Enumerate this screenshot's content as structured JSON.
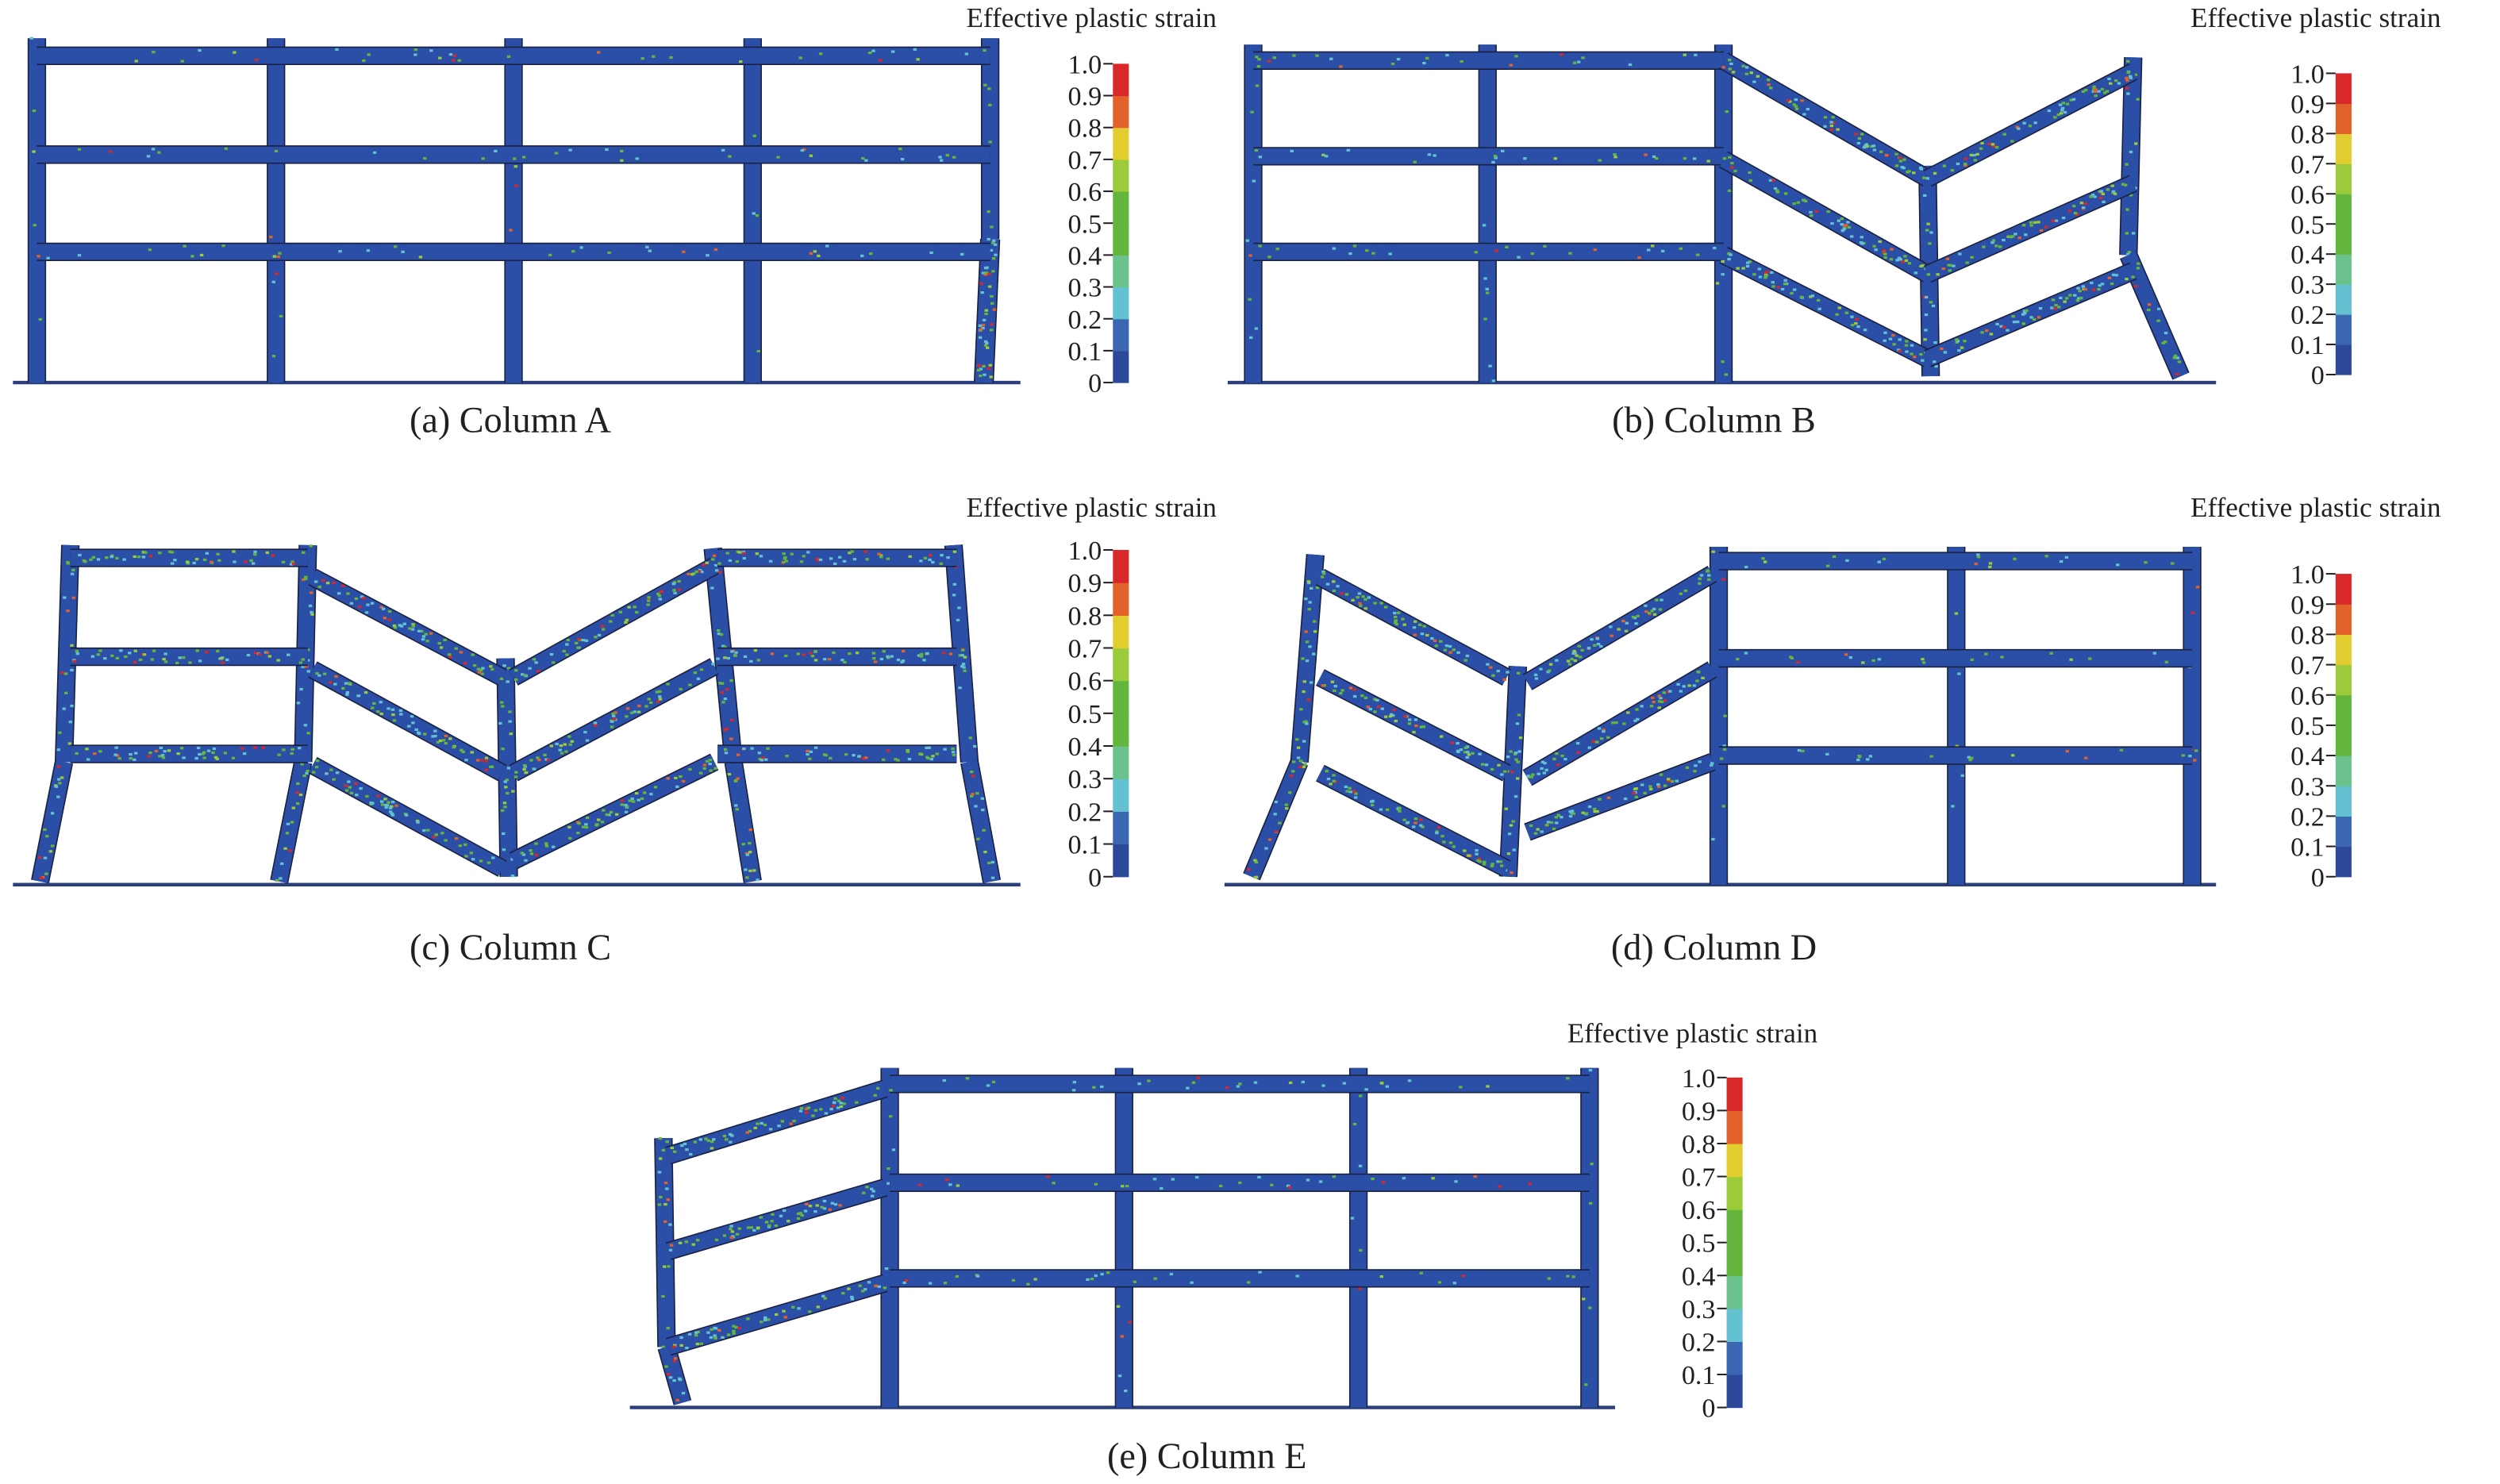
{
  "colorbar": {
    "title": "Effective plastic strain",
    "ticks": [
      "0",
      "0.1",
      "0.2",
      "0.3",
      "0.4",
      "0.5",
      "0.6",
      "0.7",
      "0.8",
      "0.9",
      "1.0"
    ],
    "band_colors": [
      "#2c4899",
      "#3b66b2",
      "#63c1d1",
      "#6cc28c",
      "#63b53c",
      "#63b53c",
      "#9bcb3a",
      "#e2cd30",
      "#e3612a",
      "#d9282a"
    ]
  },
  "panels": [
    {
      "id": "a",
      "caption": "(a) Column A"
    },
    {
      "id": "b",
      "caption": "(b) Column B"
    },
    {
      "id": "c",
      "caption": "(c) Column C"
    },
    {
      "id": "d",
      "caption": "(d) Column D"
    },
    {
      "id": "e",
      "caption": "(e) Column E"
    }
  ],
  "colors": {
    "member": "#2b4ea6",
    "outline": "#1b2140",
    "ground": "#2b3f7a"
  }
}
